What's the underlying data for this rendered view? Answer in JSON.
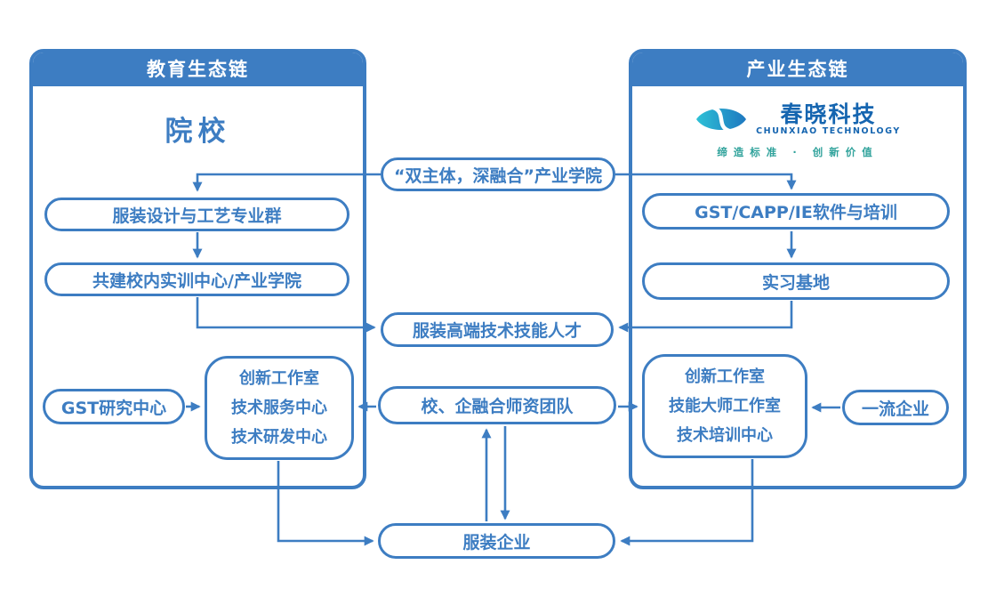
{
  "colors": {
    "primary": "#3d7dc2",
    "logo_blue": "#1565b0",
    "logo_teal": "#2ec1d6",
    "tagline_teal": "#2fa29b"
  },
  "left_panel": {
    "header": "教育生态链",
    "title": "院校",
    "node_major_group": "服装设计与工艺专业群",
    "node_training_center": "共建校内实训中心/产业学院",
    "node_gst_research": "GST研究中心",
    "multi_box": {
      "line1": "创新工作室",
      "line2": "技术服务中心",
      "line3": "技术研发中心"
    }
  },
  "middle": {
    "node_industry_college": "“双主体，深融合”产业学院",
    "node_talent": "服装高端技术技能人才",
    "node_teacher_team": "校、企融合师资团队",
    "node_garment_enterprise": "服装企业"
  },
  "right_panel": {
    "header": "产业生态链",
    "logo": {
      "name_cn": "春晓科技",
      "name_en": "CHUNXIAO TECHNOLOGY",
      "tagline": "缔造标准 · 创新价值"
    },
    "node_software_training": "GST/CAPP/IE软件与培训",
    "node_internship_base": "实习基地",
    "multi_box": {
      "line1": "创新工作室",
      "line2": "技能大师工作室",
      "line3": "技术培训中心"
    },
    "node_top_enterprise": "一流企业"
  }
}
